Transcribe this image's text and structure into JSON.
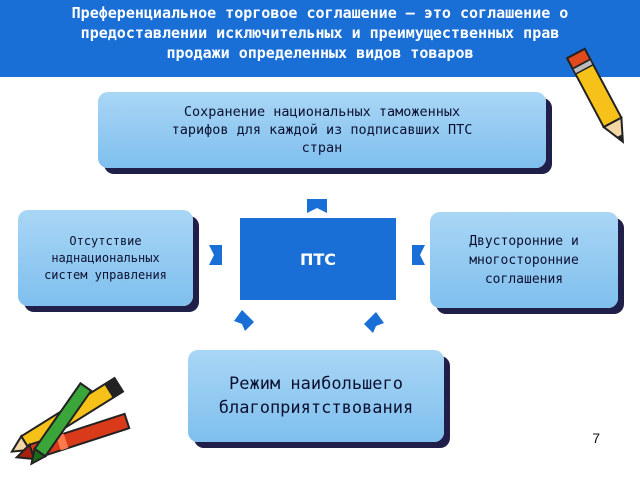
{
  "header": {
    "lines": [
      "Преференциальное торговое соглашение – это соглашение о",
      "предоставлении исключительных и преимущественных прав",
      "продажи определенных видов товаров"
    ]
  },
  "diagram": {
    "center_label": "ПТС",
    "top_box": [
      "Сохранение национальных таможенных",
      "тарифов для каждой из подписавших ПТС",
      "стран"
    ],
    "left_box": [
      "Отсутствие",
      "наднациональных",
      "систем управления"
    ],
    "right_box": [
      "Двусторонние и",
      "многосторонние",
      "соглашения"
    ],
    "bottom_box": [
      "Режим наибольшего",
      "благоприятствования"
    ]
  },
  "page_number": "7",
  "colors": {
    "header_bg": "#1a6fd6",
    "box_fill": "#8cc8f0",
    "shadow": "#1f1f4a",
    "arrow": "#1a6fd6"
  },
  "icons": [
    "pencil-clipart-icon",
    "crayons-clipart-icon"
  ]
}
